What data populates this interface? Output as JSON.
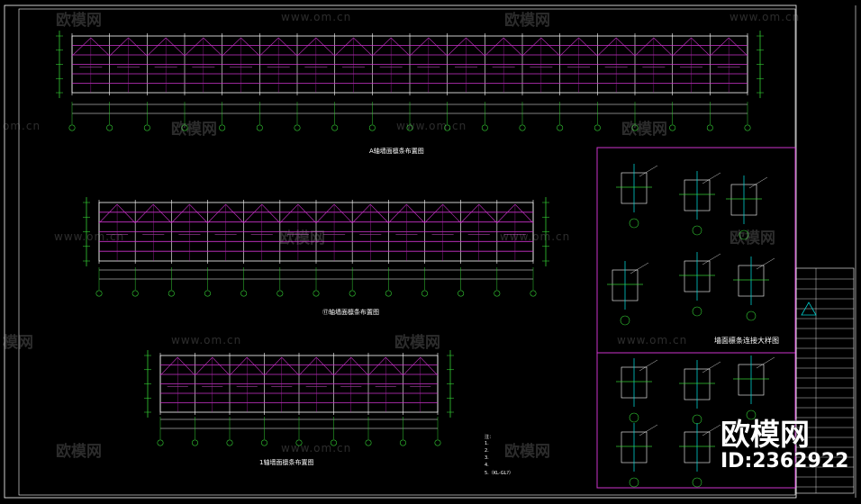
{
  "watermarks": {
    "brand_cn": "欧模网",
    "url": "www.om.cn",
    "url_short": "om.cn",
    "brand_partial": "模网"
  },
  "logo": {
    "brand": "欧模网",
    "id_text": "ID:2362922"
  },
  "drawing": {
    "detail_title": "墙面檩条连接大样图",
    "elevation_captions": [
      "A轴墙面檩条布置图",
      "⑰轴墙面檩条布置图",
      "1轴墙面檩条布置图"
    ],
    "notes_partial": [
      "注：",
      "1.",
      "2.",
      "3.",
      "4.",
      "5.（KL-GL?）"
    ]
  },
  "colors": {
    "background": "#000000",
    "frame": "#ffffff",
    "purls": "#cc33cc",
    "dims": "#33cc33",
    "border_magenta": "#cc33cc",
    "text": "#ffffff",
    "cyan": "#00cccc",
    "yellow": "#ffff00"
  }
}
